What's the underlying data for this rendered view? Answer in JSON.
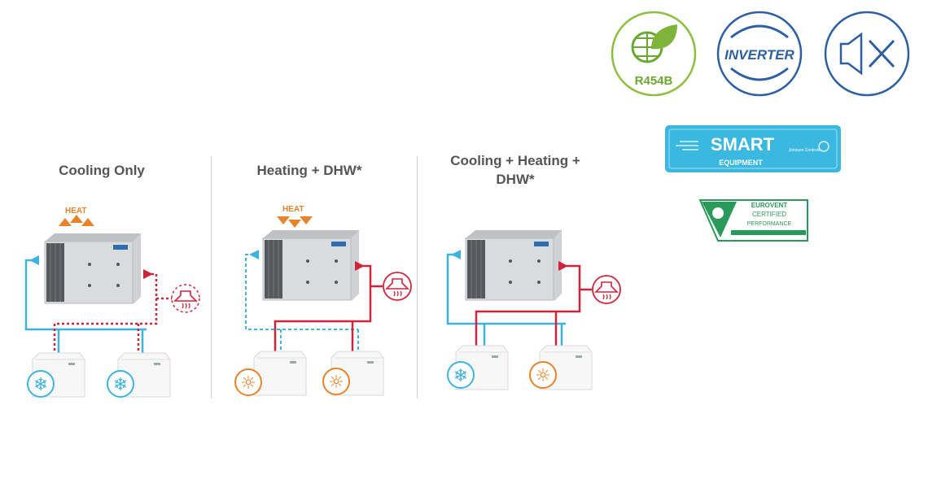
{
  "panels": [
    {
      "title": "Cooling Only",
      "heat_label": "HEAT",
      "indoor_modes": [
        "cooling",
        "cooling"
      ]
    },
    {
      "title": "Heating + DHW*",
      "heat_label": "HEAT",
      "indoor_modes": [
        "heating",
        "heating"
      ]
    },
    {
      "title_line1": "Cooling + Heating +",
      "title_line2": "DHW*",
      "indoor_modes": [
        "cooling",
        "heating"
      ]
    }
  ],
  "badges": {
    "refrigerant": "R454B",
    "inverter": "INVERTER",
    "low_noise_icon": "speaker-mute-icon",
    "smart_title": "SMART",
    "smart_sub": "EQUIPMENT",
    "smart_brand": "Johnson Controls",
    "eurovent_1": "EUROVENT",
    "eurovent_2": "CERTIFIED",
    "eurovent_3": "PERFORMANCE"
  },
  "colors": {
    "cooling": "#3fb3e0",
    "heating": "#d0243a",
    "heat": "#e8832a",
    "green": "#7fb43a",
    "blue": "#2e5fa3",
    "smart": "#3ab8e0"
  }
}
